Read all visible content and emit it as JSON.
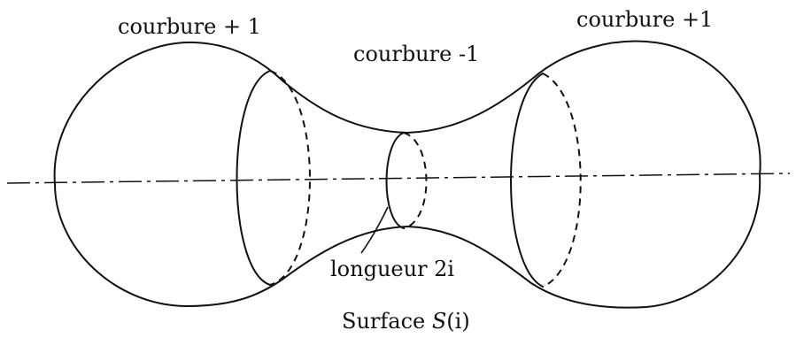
{
  "labels": {
    "left_curvature": "courbure + 1",
    "middle_curvature": "courbure -1",
    "right_curvature": "courbure +1",
    "length": "longueur 2i",
    "caption_prefix": "Surface ",
    "caption_symbol": "S",
    "caption_arg": "(i)"
  }
}
